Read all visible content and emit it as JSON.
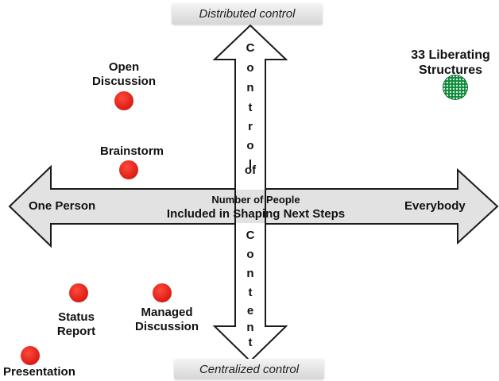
{
  "top_label": "Distributed control",
  "bottom_label": "Centralized control",
  "left_label": "One Person",
  "right_label": "Everybody",
  "center_title": "Number of People",
  "center_subtitle": "Included in Shaping Next Steps",
  "vertical_top_letters": [
    "C",
    "o",
    "n",
    "t",
    "r",
    "o",
    "l",
    "of"
  ],
  "vertical_bottom_letters": [
    "C",
    "o",
    "n",
    "t",
    "e",
    "n",
    "t"
  ],
  "points": {
    "open_discussion": {
      "label_line1": "Open",
      "label_line2": "Discussion",
      "color": "#e0221a"
    },
    "brainstorm": {
      "label": "Brainstorm",
      "color": "#e0221a"
    },
    "status_report": {
      "label_line1": "Status",
      "label_line2": "Report",
      "color": "#e0221a"
    },
    "managed_discussion": {
      "label_line1": "Managed",
      "label_line2": "Discussion",
      "color": "#e0221a"
    },
    "presentation": {
      "label": "Presentation",
      "color": "#e0221a"
    },
    "liberating_structures": {
      "label_line1": "33 Liberating",
      "label_line2": "Structures",
      "color": "#0d8a3a"
    }
  }
}
